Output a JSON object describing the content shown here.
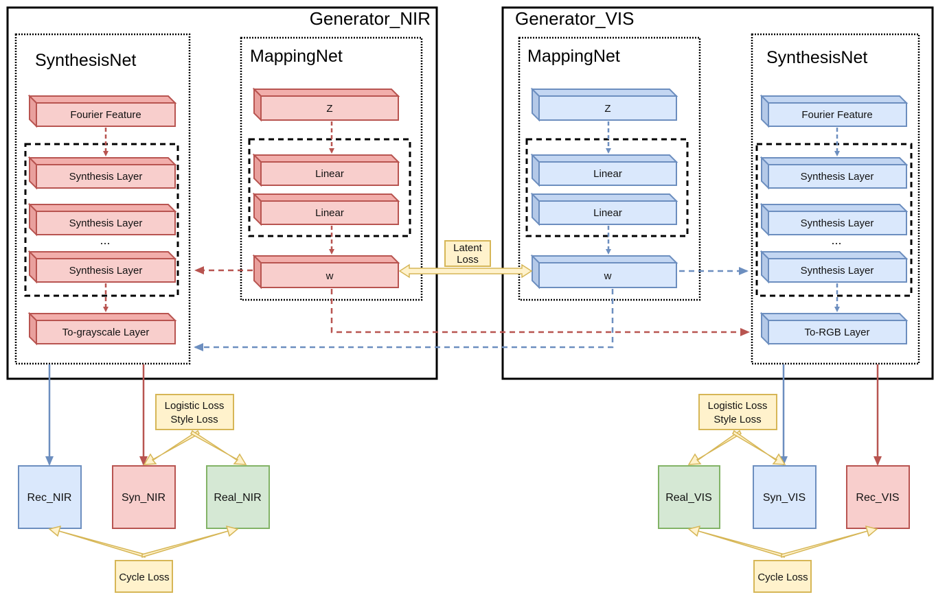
{
  "colors": {
    "red_fill": "#F8CECC",
    "red_top": "#F2AEAB",
    "red_side": "#E9A09D",
    "red_stroke": "#B85450",
    "blue_fill": "#DAE8FC",
    "blue_top": "#C3D6F2",
    "blue_side": "#B4C9E8",
    "blue_stroke": "#6C8EBF",
    "green_fill": "#D5E8D4",
    "green_stroke": "#82B366",
    "yellow_fill": "#FFF2CC",
    "yellow_stroke": "#D6B656",
    "yellow_arrow": "#F5D890"
  },
  "nir": {
    "title": "Generator_NIR",
    "synthesis": {
      "title": "SynthesisNet",
      "fourier": "Fourier Feature",
      "layer1": "Synthesis Layer",
      "layer2": "Synthesis Layer",
      "ellipsis": "...",
      "layer3": "Synthesis Layer",
      "output_layer": "To-grayscale Layer"
    },
    "mapping": {
      "title": "MappingNet",
      "z": "Z",
      "linear1": "Linear",
      "linear2": "Linear",
      "w": "w"
    }
  },
  "vis": {
    "title": "Generator_VIS",
    "synthesis": {
      "title": "SynthesisNet",
      "fourier": "Fourier Feature",
      "layer1": "Synthesis Layer",
      "layer2": "Synthesis Layer",
      "ellipsis": "...",
      "layer3": "Synthesis Layer",
      "output_layer": "To-RGB Layer"
    },
    "mapping": {
      "title": "MappingNet",
      "z": "Z",
      "linear1": "Linear",
      "linear2": "Linear",
      "w": "w"
    }
  },
  "latent_loss": {
    "line1": "Latent",
    "line2": "Loss"
  },
  "left_losses": {
    "logistic_style": {
      "line1": "Logistic Loss",
      "line2": "Style Loss"
    },
    "cycle": "Cycle Loss"
  },
  "right_losses": {
    "logistic_style": {
      "line1": "Logistic Loss",
      "line2": "Style Loss"
    },
    "cycle": "Cycle Loss"
  },
  "outputs": {
    "rec_nir": "Rec_NIR",
    "syn_nir": "Syn_NIR",
    "real_nir": "Real_NIR",
    "real_vis": "Real_VIS",
    "syn_vis": "Syn_VIS",
    "rec_vis": "Rec_VIS"
  }
}
